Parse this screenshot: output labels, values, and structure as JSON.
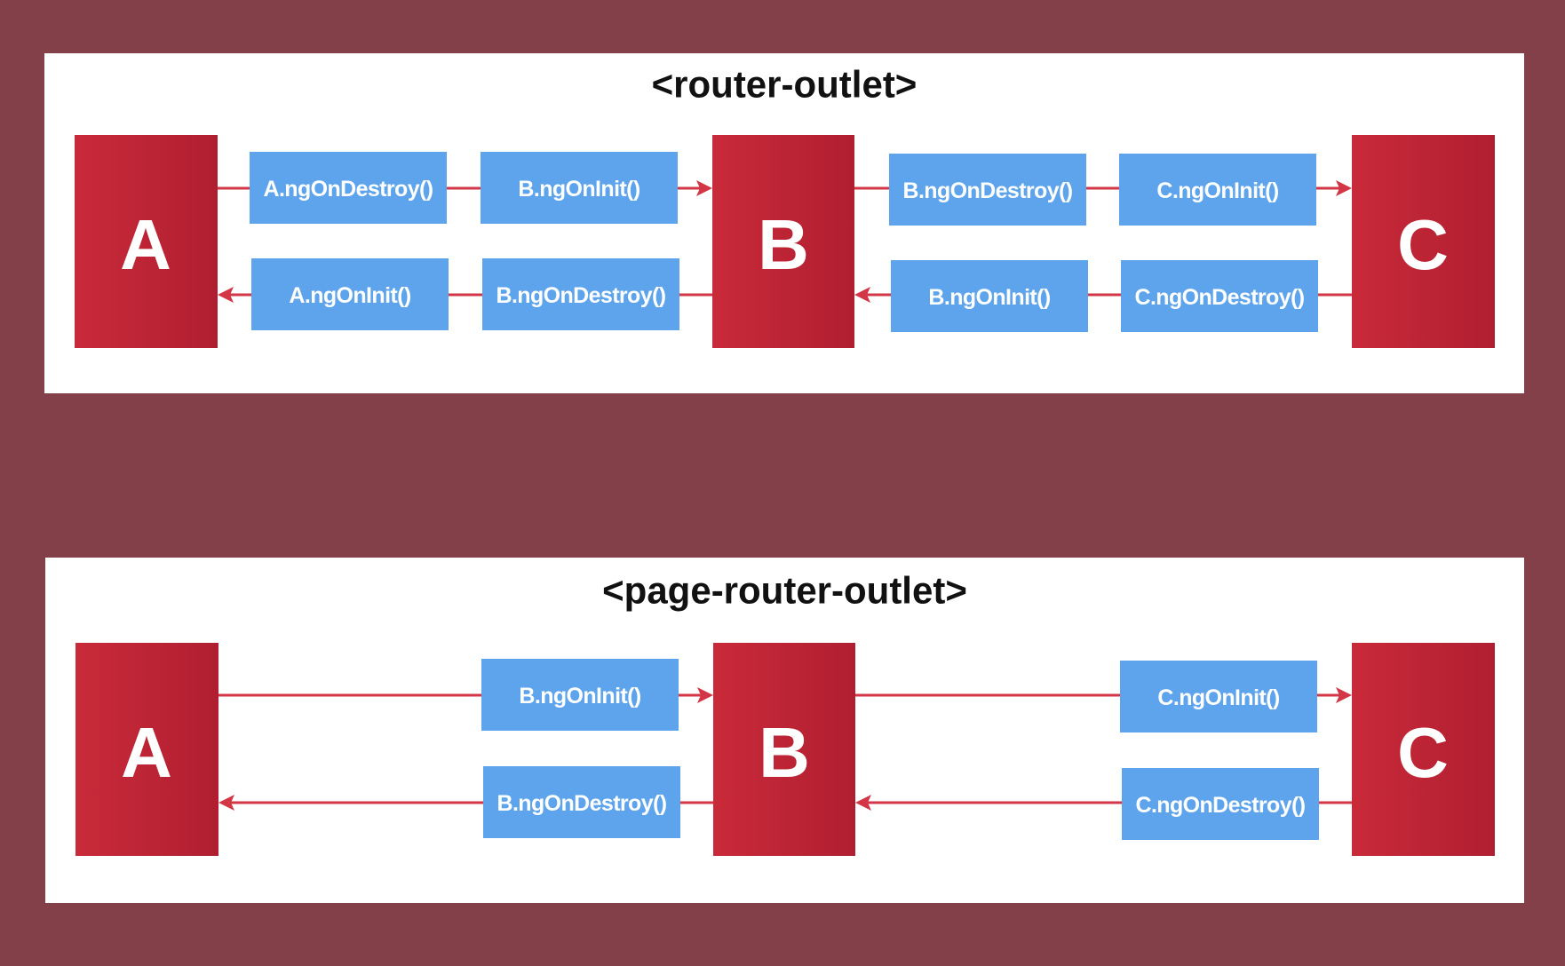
{
  "colors": {
    "background": "#844049",
    "panel": "#ffffff",
    "component": "#c92a39",
    "component_dark": "#b01f31",
    "hook": "#5da4ec",
    "arrow": "#d33646",
    "text_dark": "#111111",
    "text_light": "#ffffff"
  },
  "router_outlet": {
    "title": "<router-outlet>",
    "components": {
      "a": "A",
      "b": "B",
      "c": "C"
    },
    "hooks": {
      "a_destroy": "A.ngOnDestroy()",
      "b_init_top": "B.ngOnInit()",
      "b_destroy_top": "B.ngOnDestroy()",
      "c_init": "C.ngOnInit()",
      "a_init": "A.ngOnInit()",
      "b_destroy_bottom": "B.ngOnDestroy()",
      "b_init_bottom": "B.ngOnInit()",
      "c_destroy": "C.ngOnDestroy()"
    }
  },
  "page_router_outlet": {
    "title": "<page-router-outlet>",
    "components": {
      "a": "A",
      "b": "B",
      "c": "C"
    },
    "hooks": {
      "b_init": "B.ngOnInit()",
      "c_init": "C.ngOnInit()",
      "b_destroy": "B.ngOnDestroy()",
      "c_destroy": "C.ngOnDestroy()"
    }
  }
}
